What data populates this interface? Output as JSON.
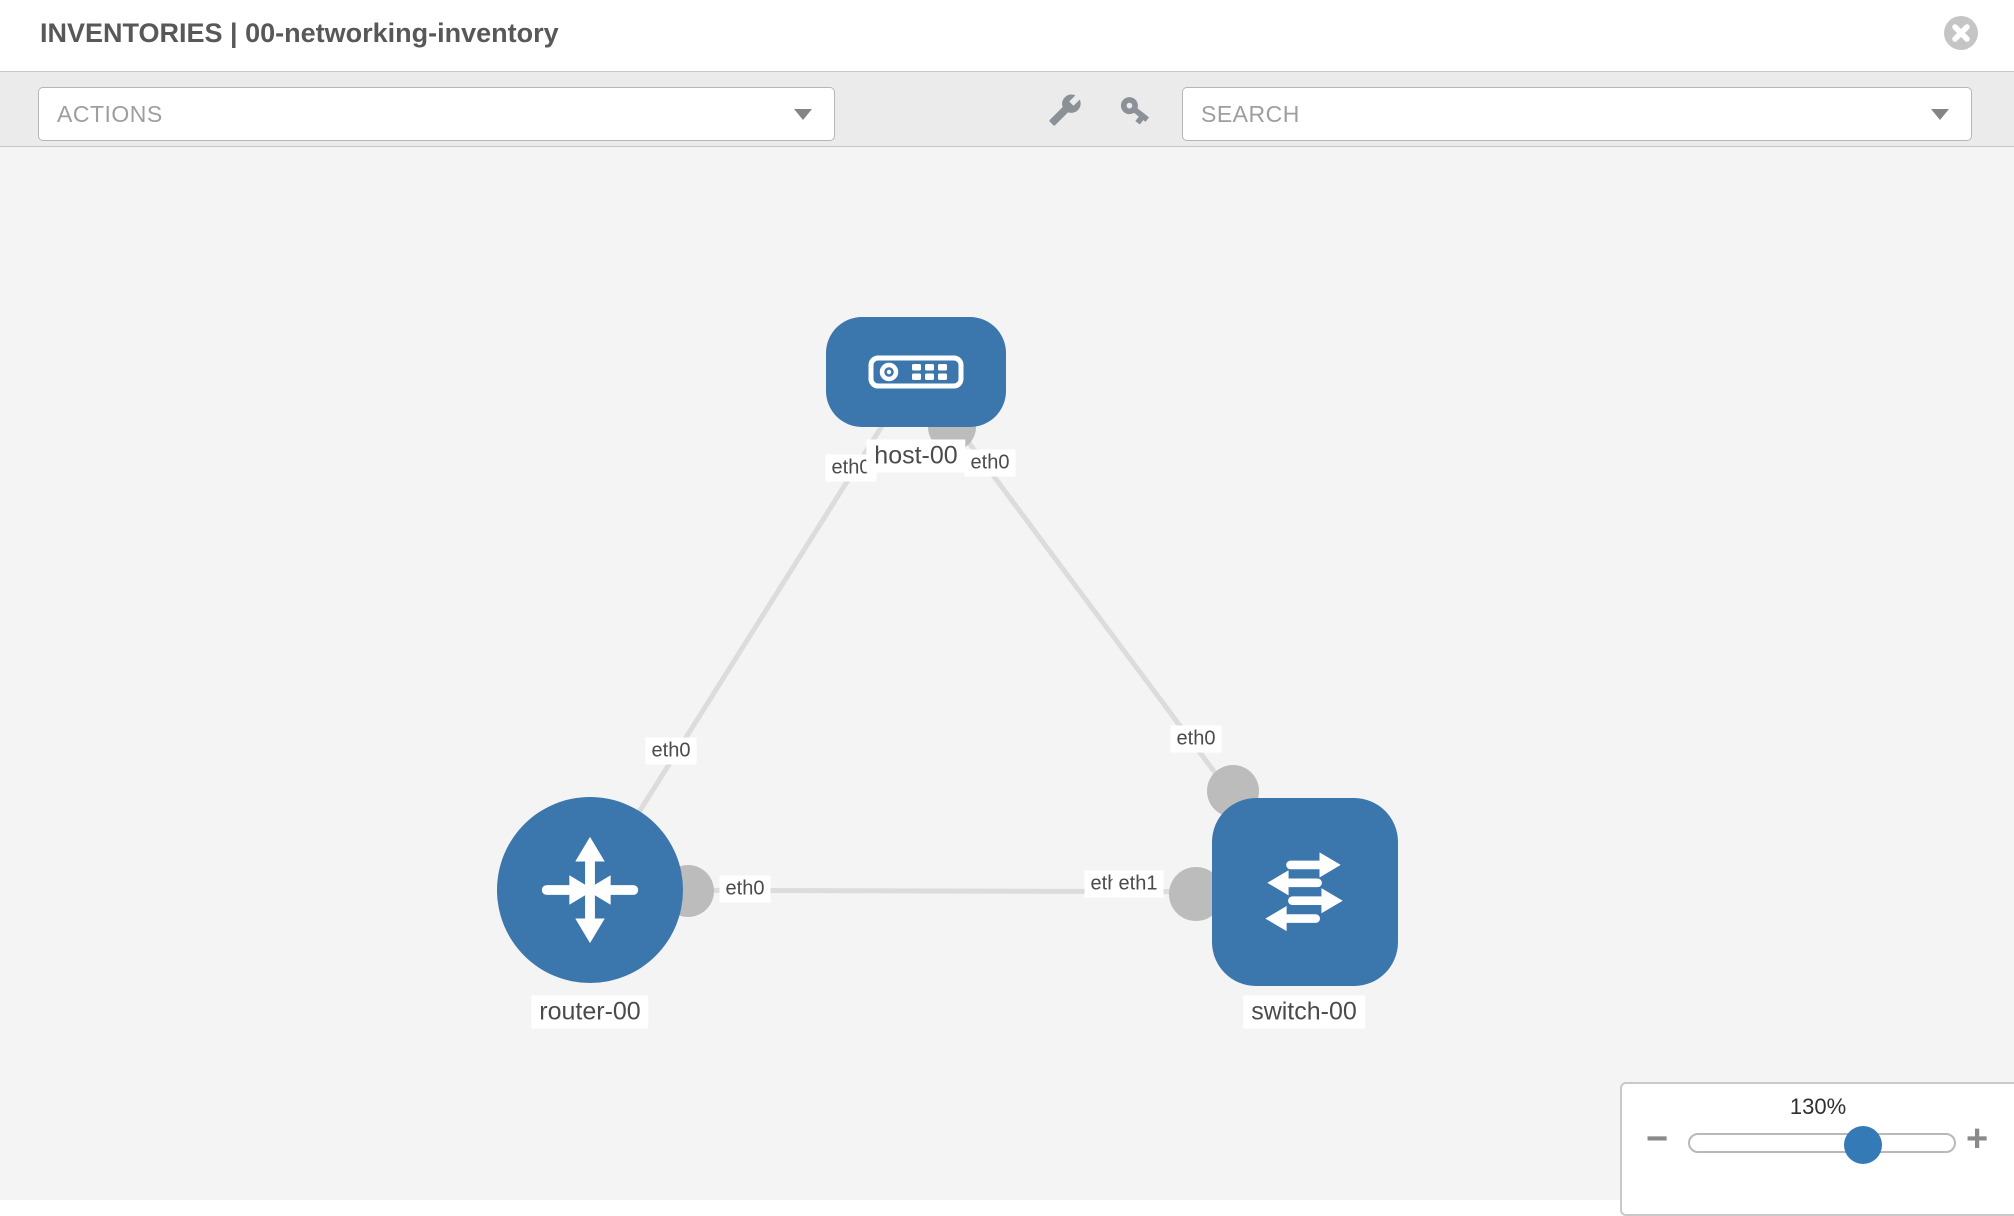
{
  "window": {
    "title": "INVENTORIES | 00-networking-inventory"
  },
  "toolbar": {
    "actions_label": "ACTIONS",
    "search_label": "SEARCH",
    "wrench_icon": "wrench",
    "key_icon": "key",
    "close_icon": "x-circle"
  },
  "diagram": {
    "nodes": [
      {
        "id": "host-00",
        "type": "host",
        "label": "host-00"
      },
      {
        "id": "router-00",
        "type": "router",
        "label": "router-00"
      },
      {
        "id": "switch-00",
        "type": "switch",
        "label": "switch-00"
      }
    ],
    "links": [
      {
        "from": "host-00",
        "to": "router-00",
        "from_if": "eth0",
        "to_if": "eth0"
      },
      {
        "from": "host-00",
        "to": "switch-00",
        "from_if": "eth0",
        "to_if": "eth0"
      },
      {
        "from": "router-00",
        "to": "switch-00",
        "from_if": "eth0",
        "to_if": "eth1",
        "to_if_overlapped": "eth0"
      }
    ]
  },
  "zoom_control": {
    "value": "130%",
    "zoom_out_icon": "−",
    "zoom_in_icon": "+"
  },
  "colors": {
    "node_blue": "#3b76ad",
    "link_gray": "#dcdcdc",
    "connector_gray": "#bcbcbc",
    "slider_handle_blue": "#337ab7",
    "canvas_gray": "#f4f4f5"
  }
}
